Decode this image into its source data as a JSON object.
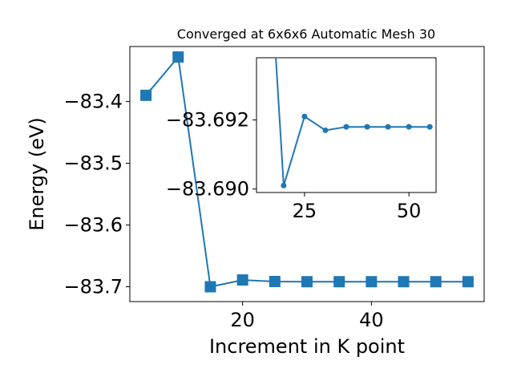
{
  "chart_data": [
    {
      "type": "line",
      "title": "Converged at 6x6x6 Automatic Mesh 30",
      "xlabel": "Increment in K point",
      "ylabel": "Energy (eV)",
      "xlim": [
        2.5,
        57.5
      ],
      "ylim": [
        -83.724,
        -83.311
      ],
      "x_ticks": [
        20,
        40
      ],
      "x_tick_labels": [
        "20",
        "40"
      ],
      "y_ticks": [
        -83.4,
        -83.5,
        -83.6,
        -83.7
      ],
      "y_tick_labels": [
        "−83.4",
        "−83.5",
        "−83.6",
        "−83.7"
      ],
      "marker": "square",
      "color": "#1f77b4",
      "grid": false,
      "series": [
        {
          "x": [
            5,
            10,
            15,
            20,
            25,
            30,
            35,
            40,
            45,
            50,
            55
          ],
          "y": [
            -83.39,
            -83.328,
            -83.7,
            -83.689,
            -83.6915,
            -83.6918,
            -83.6918,
            -83.6918,
            -83.6918,
            -83.6918,
            -83.6918
          ]
        }
      ]
    },
    {
      "type": "line",
      "inset": true,
      "xlim": [
        13.5,
        56.5
      ],
      "ylim": [
        -83.6899,
        -83.6938
      ],
      "x_ticks": [
        25,
        50
      ],
      "x_tick_labels": [
        "25",
        "50"
      ],
      "y_ticks": [
        -83.692,
        -83.69
      ],
      "y_tick_labels": [
        "−83.692",
        "−83.690"
      ],
      "marker": "circle",
      "color": "#1f77b4",
      "series": [
        {
          "x": [
            15,
            20,
            25,
            30,
            35,
            40,
            45,
            50,
            55
          ],
          "y": [
            -83.7,
            -83.6901,
            -83.6921,
            -83.6917,
            -83.6918,
            -83.6918,
            -83.6918,
            -83.6918,
            -83.6918
          ]
        }
      ]
    }
  ]
}
